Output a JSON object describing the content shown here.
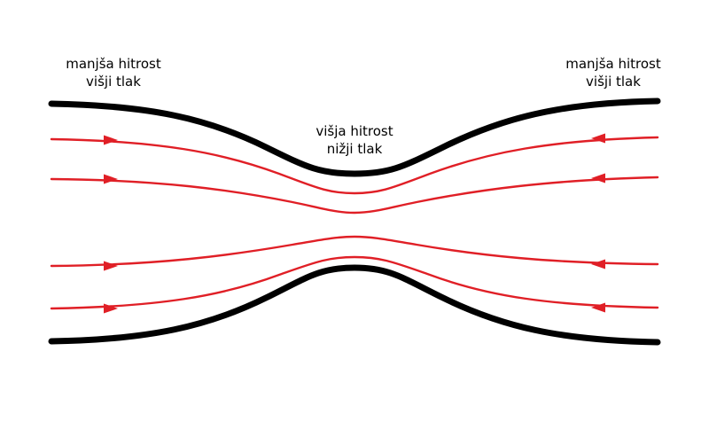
{
  "diagram": {
    "type": "venturi-tube-flow-diagram",
    "labels": {
      "top_left": {
        "line1": "manjša hitrost",
        "line2": "višji tlak"
      },
      "top_right": {
        "line1": "manjša hitrost",
        "line2": "višji tlak"
      },
      "center": {
        "line1": "višja hitrost",
        "line2": "nižji tlak"
      }
    },
    "colors": {
      "wall": "#000000",
      "streamline": "#e01f26",
      "background": "#ffffff"
    }
  }
}
